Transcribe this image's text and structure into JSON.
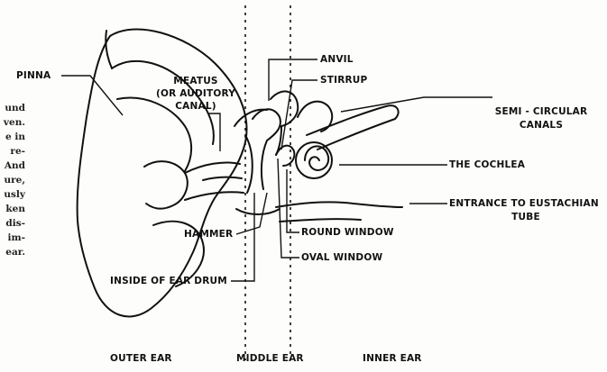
{
  "labels": {
    "pinna": "PINNA",
    "meatus_1": "MEATUS",
    "meatus_2": "(OR AUDITORY",
    "meatus_3": "CANAL)",
    "anvil": "ANVIL",
    "stirrup": "STIRRUP",
    "semicircular_1": "SEMI - CIRCULAR",
    "semicircular_2": "CANALS",
    "cochlea": "THE COCHLEA",
    "eustachian_1": "ENTRANCE TO EUSTACHIAN",
    "eustachian_2": "TUBE",
    "hammer": "HAMMER",
    "round_window": "ROUND WINDOW",
    "oval_window": "OVAL WINDOW",
    "ear_drum": "INSIDE OF EAR DRUM"
  },
  "regions": {
    "outer": "OUTER EAR",
    "middle": "MIDDLE EAR",
    "inner": "INNER EAR"
  },
  "side_text": [
    "und",
    "ven.",
    "e in",
    "re-",
    "And",
    "ure,",
    "usly",
    "ken",
    "dis-",
    "im-",
    "ear."
  ]
}
